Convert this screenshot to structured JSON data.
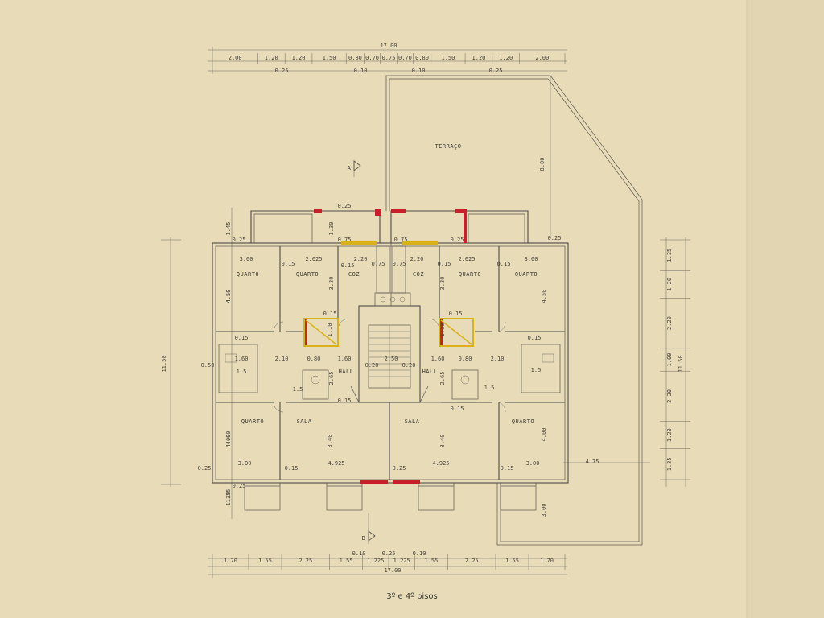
{
  "drawing": {
    "caption": "3º e 4º pisos",
    "section_marks": [
      "A",
      "B"
    ],
    "terrace_label": "TERRAÇO"
  },
  "rooms": [
    {
      "label": "QUARTO"
    },
    {
      "label": "QUARTO"
    },
    {
      "label": "COZ"
    },
    {
      "label": "COZ"
    },
    {
      "label": "QUARTO"
    },
    {
      "label": "QUARTO"
    },
    {
      "label": "HALL"
    },
    {
      "label": "HALL"
    },
    {
      "label": "QUARTO"
    },
    {
      "label": "SALA"
    },
    {
      "label": "SALA"
    },
    {
      "label": "QUARTO"
    }
  ],
  "top_dimensions": {
    "total": "17.00",
    "segments": [
      "2.00",
      "1.20",
      "1.20",
      "1.50",
      "0.80",
      "0.70",
      "0.75",
      "0.70",
      "0.80",
      "1.50",
      "1.20",
      "1.20",
      "2.00"
    ],
    "sub_labels": [
      "0.25",
      "0.10",
      "0.10",
      "0.25"
    ]
  },
  "bottom_dimensions": {
    "total": "17.00",
    "segments": [
      "1.70",
      "1.55",
      "2.25",
      "1.55",
      "1.225",
      "1.225",
      "1.55",
      "2.25",
      "1.55",
      "1.70"
    ],
    "sub_labels": [
      "0.10",
      "0.25",
      "0.10"
    ]
  },
  "left_dimensions": {
    "total": "11.50",
    "segments": [
      "1.45",
      "4.50",
      "4.00",
      "1.35"
    ]
  },
  "right_dimensions": {
    "total": "11.50",
    "segments": [
      "1.35",
      "1.20",
      "2.20",
      "1.00",
      "2.20",
      "1.20",
      "1.35"
    ]
  },
  "interior_dimensions": [
    "0.25",
    "0.25",
    "0.25",
    "0.25",
    "3.00",
    "2.625",
    "2.20",
    "2.20",
    "2.625",
    "3.00",
    "0.15",
    "0.15",
    "0.15",
    "0.15",
    "0.15",
    "0.15",
    "4.50",
    "3.30",
    "3.30",
    "4.50",
    "0.75",
    "0.75",
    "0.75",
    "0.75",
    "1.30",
    "0.15",
    "0.15",
    "1.10",
    "1.10",
    "2.10",
    "0.80",
    "1.60",
    "2.50",
    "1.60",
    "0.80",
    "2.10",
    "0.50",
    "1.60",
    "1.5",
    "1.5",
    "0.20",
    "0.20",
    "0.15",
    "0.15",
    "2.65",
    "2.65",
    "4.00",
    "3.40",
    "3.40",
    "4.00",
    "3.00",
    "4.925",
    "4.925",
    "3.00",
    "0.25",
    "0.15",
    "0.25",
    "0.15",
    "0.25",
    "1.35",
    "8.00",
    "3.00",
    "4.75",
    "1.5",
    "1.5"
  ],
  "colors": {
    "paper": "#e7dbb8",
    "line": "#4e4b43",
    "accent_red": "#c8202a",
    "accent_yellow": "#d9b21a"
  }
}
